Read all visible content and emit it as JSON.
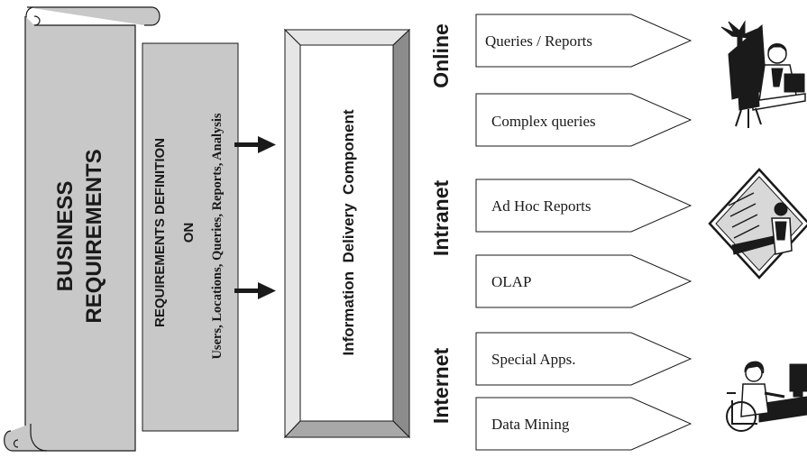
{
  "scroll": {
    "line1": "BUSINESS",
    "line2": "REQUIREMENTS"
  },
  "requirements_panel": {
    "line1": "REQUIREMENTS  DEFINITION",
    "line2": "ON",
    "line3": "Users, Locations, Queries, Reports, Analysis"
  },
  "component": {
    "label": "Information  Delivery  Component"
  },
  "groups": [
    {
      "label": "Online",
      "items": [
        "Queries / Reports",
        "Complex queries"
      ],
      "illustration_icon": "person-at-desk-icon"
    },
    {
      "label": "Intranet",
      "items": [
        "Ad Hoc Reports",
        "OLAP"
      ],
      "illustration_icon": "worker-at-computer-icon"
    },
    {
      "label": "Internet",
      "items": [
        "Special Apps.",
        "Data Mining"
      ],
      "illustration_icon": "wheelchair-user-at-computer-icon"
    }
  ],
  "colors": {
    "panel_gray": "#c8c8c8",
    "bevel_light": "#e6e6e6",
    "bevel_dark": "#8c8c8c",
    "stroke": "#1a1a1a"
  }
}
